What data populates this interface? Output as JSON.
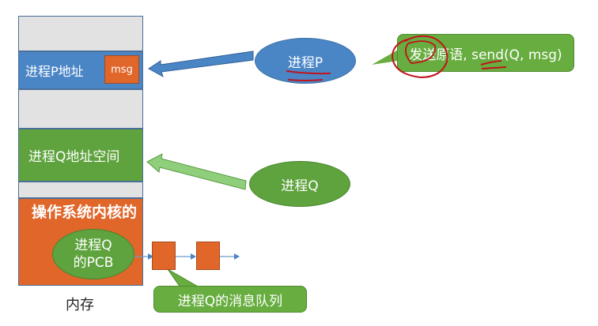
{
  "memory": {
    "label": "内存",
    "blocks": {
      "p_space": "进程P地址",
      "msg": "msg",
      "q_space": "进程Q地址空间",
      "kernel": "操作系统内核的"
    }
  },
  "processes": {
    "p": "进程P",
    "q": "进程Q",
    "q_pcb_line1": "进程Q",
    "q_pcb_line2": "的PCB"
  },
  "callouts": {
    "send": "发送原语, send(Q, msg)",
    "queue": "进程Q的消息队列"
  },
  "colors": {
    "blue": "#4a86c6",
    "green": "#5ea33d",
    "orange": "#e0662a",
    "gray": "#e2e2e2",
    "annotation_red": "#c0141c"
  }
}
